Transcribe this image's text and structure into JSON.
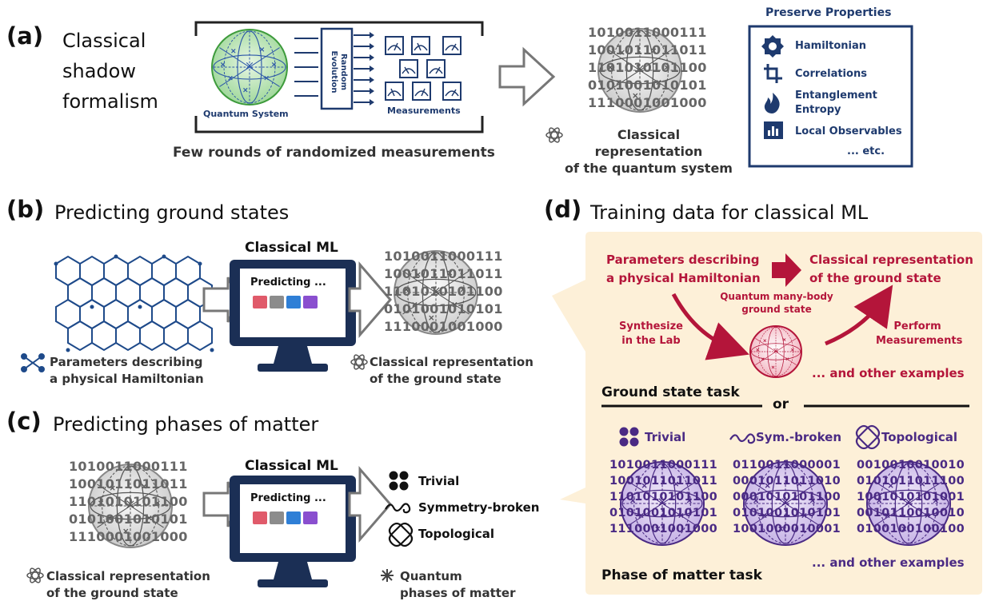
{
  "panel_a": {
    "label": "(a)",
    "title_lines": [
      "Classical",
      "shadow",
      "formalism"
    ],
    "quantum_system_label": "Quantum System",
    "random_evolution_label_1": "Random",
    "random_evolution_label_2": "Evolution",
    "measurements_label": "Measurements",
    "caption": "Few rounds of randomized measurements",
    "binary_rows": [
      "1010011000111",
      "1001011011011",
      "1101010101100",
      "0101001010101",
      "1110001001000"
    ],
    "repr_caption_1": "Classical representation",
    "repr_caption_2": "of the quantum system",
    "properties_title": "Preserve Properties",
    "properties": [
      "Hamiltonian",
      "Correlations",
      "Entanglement",
      "Entropy",
      "Local Observables",
      "... etc."
    ]
  },
  "panel_b": {
    "label": "(b)",
    "title": "Predicting ground states",
    "monitor_title": "Classical ML",
    "monitor_text": "Predicting ...",
    "params_caption_1": "Parameters describing",
    "params_caption_2": "a physical Hamiltonian",
    "repr_caption_1": "Classical representation",
    "repr_caption_2": "of the ground state"
  },
  "panel_c": {
    "label": "(c)",
    "title": "Predicting phases of matter",
    "monitor_title": "Classical ML",
    "monitor_text": "Predicting ...",
    "phases": [
      "Trivial",
      "Symmetry-broken",
      "Topological"
    ],
    "repr_caption_1": "Classical representation",
    "repr_caption_2": "of the ground state",
    "phases_caption_1": "Quantum",
    "phases_caption_2": "phases of matter"
  },
  "panel_d": {
    "label": "(d)",
    "title": "Training data for classical ML",
    "params_1": "Parameters describing",
    "params_2": "a physical Hamiltonian",
    "repr_1": "Classical representation",
    "repr_2": "of the ground state",
    "many_body_1": "Quantum many-body",
    "many_body_2": "ground state",
    "synth_1": "Synthesize",
    "synth_2": "in the Lab",
    "perform_1": "Perform",
    "perform_2": "Measurements",
    "other_examples_1": "... and other examples",
    "ground_task": "Ground state task",
    "or": "or",
    "phase_labels": [
      "Trivial",
      "Sym.-broken",
      "Topological"
    ],
    "binary_trivial": [
      "1010011000111",
      "1001011011011",
      "1101010101100",
      "0101001010101",
      "1110001001000"
    ],
    "binary_symbroken": [
      "0110011000001",
      "0001011011010",
      "0001010101100",
      "0101001010101",
      "1001000010001"
    ],
    "binary_topological": [
      "0010010010010",
      "0101011011100",
      "1001010101001",
      "0010110010010",
      "0100100100100"
    ],
    "other_examples_2": "... and other examples",
    "phase_task": "Phase of matter task"
  },
  "colors": {
    "navy": "#1e3a6e",
    "red": "#b4153a",
    "purple": "#4a2a84",
    "panel_d_bg": "#fdf0d8",
    "sphere_green": "#3e9b3c"
  }
}
